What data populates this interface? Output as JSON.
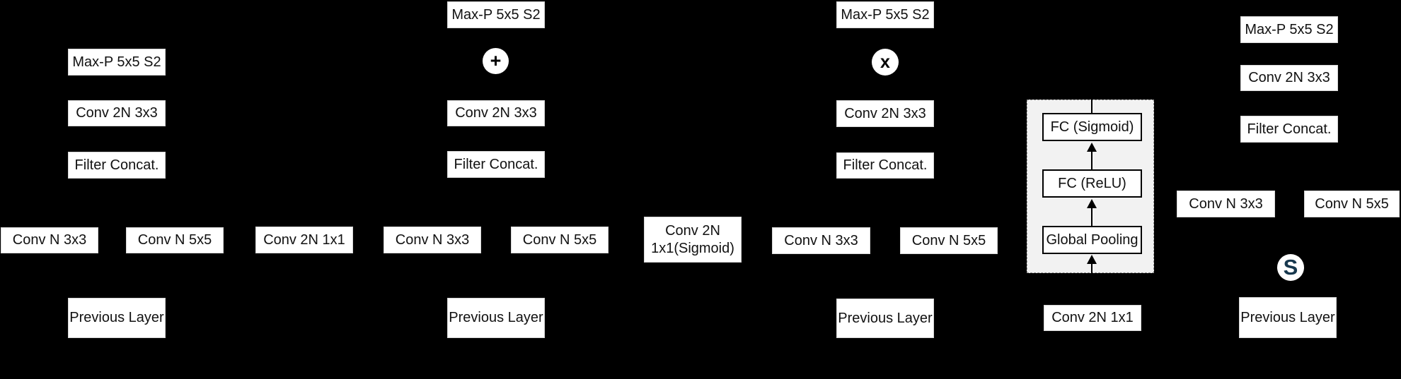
{
  "diagram": {
    "title": "inception-style convolution modules with squeeze-excitation block",
    "colors": {
      "background": "#000000",
      "node_fill": "#ffffff",
      "node_text": "#111111",
      "se_panel_fill": "#f2f2f2",
      "se_panel_border": "#8f8f8f",
      "s_symbol": "#17384e"
    },
    "modules": [
      {
        "name": "module-base",
        "maxpool": "Max-P 5x5 S2",
        "conv_out": "Conv 2N 3x3",
        "concat": "Filter Concat.",
        "branch_3x3": "Conv N 3x3",
        "branch_5x5": "Conv N 5x5",
        "input": "Previous Layer"
      },
      {
        "name": "module-add-gate",
        "maxpool": "Max-P 5x5 S2",
        "op": "+",
        "conv_out": "Conv 2N 3x3",
        "concat": "Filter Concat.",
        "branch_1x1": "Conv 2N 1x1",
        "branch_3x3": "Conv N 3x3",
        "branch_5x5": "Conv N 5x5",
        "gate": "Conv 2N 1x1(Sigmoid)",
        "input": "Previous Layer"
      },
      {
        "name": "module-mul-gate",
        "maxpool": "Max-P 5x5 S2",
        "op": "x",
        "conv_out": "Conv 2N 3x3",
        "concat": "Filter Concat.",
        "branch_3x3": "Conv N 3x3",
        "branch_5x5": "Conv N 5x5",
        "input": "Previous Layer"
      },
      {
        "name": "se-block",
        "fc_sigmoid": "FC (Sigmoid)",
        "fc_relu": "FC (ReLU)",
        "global_pooling": "Global Pooling",
        "conv_1x1": "Conv 2N 1x1"
      },
      {
        "name": "module-se",
        "maxpool": "Max-P 5x5 S2",
        "conv_out": "Conv 2N 3x3",
        "concat": "Filter Concat.",
        "branch_3x3": "Conv N 3x3",
        "branch_5x5": "Conv N 5x5",
        "op": "S",
        "input": "Previous Layer"
      }
    ]
  }
}
